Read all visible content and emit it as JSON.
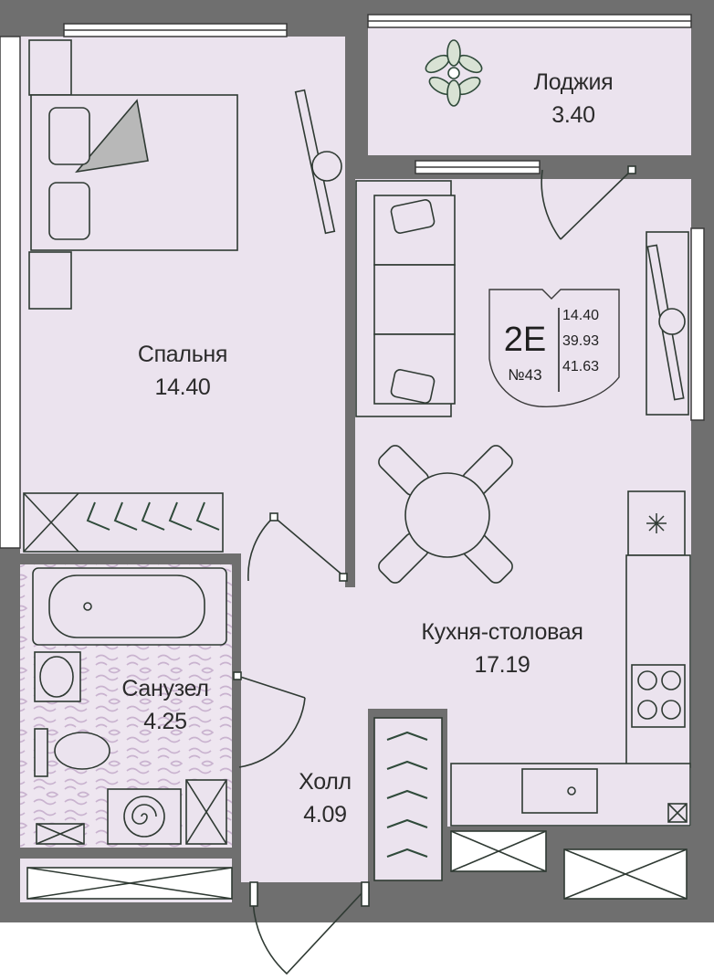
{
  "apartment": {
    "code": "2E",
    "number": "№43",
    "areas": [
      "14.40",
      "39.93",
      "41.63"
    ]
  },
  "rooms": {
    "loggia": {
      "name": "Лоджия",
      "area": "3.40"
    },
    "bedroom": {
      "name": "Спальня",
      "area": "14.40"
    },
    "kitchen": {
      "name": "Кухня-столовая",
      "area": "17.19"
    },
    "bathroom": {
      "name": "Санузел",
      "area": "4.25"
    },
    "hall": {
      "name": "Холл",
      "area": "4.09"
    }
  },
  "colors": {
    "wall": "#6f6f6f",
    "floor": "#ebe3ee",
    "furniture_line": "#2f3a33",
    "accent": "#2f4a3a"
  }
}
